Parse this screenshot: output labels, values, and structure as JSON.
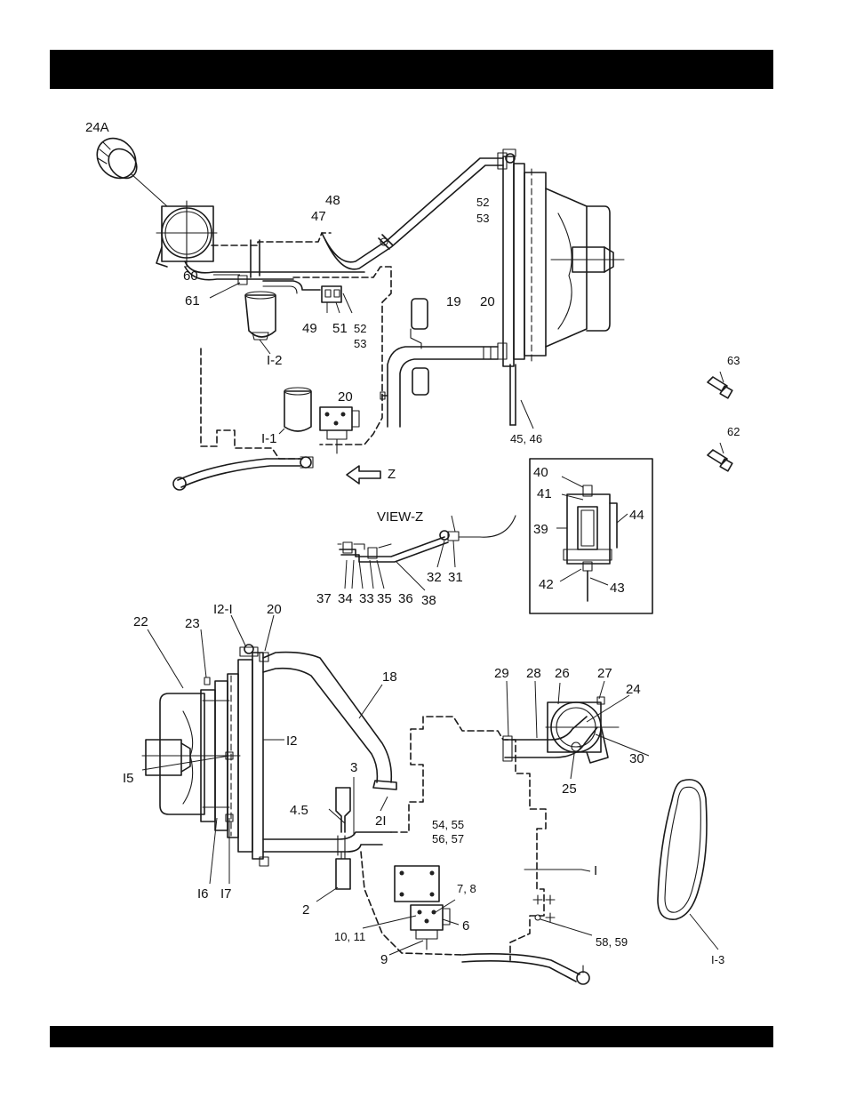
{
  "labels": {
    "l24a": "24A",
    "l48": "48",
    "l47": "47",
    "l52a": "52",
    "l53a": "53",
    "l60": "60",
    "l61": "61",
    "l49": "49",
    "l51": "51",
    "l52b": "52",
    "l53b": "53",
    "l19": "19",
    "l20a": "20",
    "l1_2": "I-2",
    "l20b": "20",
    "l1_1": "I-1",
    "lz": "Z",
    "l4546": "45, 46",
    "l63": "63",
    "l62": "62",
    "view_z": "VIEW-Z",
    "l40": "40",
    "l41": "41",
    "l39": "39",
    "l44": "44",
    "l42": "42",
    "l43": "43",
    "l32": "32",
    "l31": "31",
    "l37": "37",
    "l34": "34",
    "l33": "33",
    "l35": "35",
    "l36": "36",
    "l38": "38",
    "l22": "22",
    "l23": "23",
    "l12_1": "I2-I",
    "l20c": "20",
    "l18": "18",
    "l12": "I2",
    "l15": "I5",
    "l16": "I6",
    "l17": "I7",
    "l3": "3",
    "l45": "4.5",
    "l21": "2I",
    "l2": "2",
    "l5457a": "54, 55",
    "l5457b": "56, 57",
    "l78": "7, 8",
    "l6": "6",
    "l1011": "10, 11",
    "l9": "9",
    "l1": "I",
    "l5859": "58, 59",
    "l1_3": "I-3",
    "l29": "29",
    "l28": "28",
    "l26": "26",
    "l27": "27",
    "l24": "24",
    "l30": "30",
    "l25": "25"
  }
}
